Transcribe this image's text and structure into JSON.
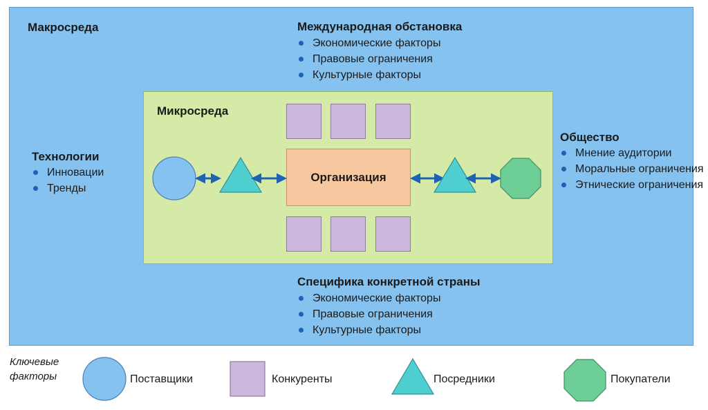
{
  "macro": {
    "title": "Макросреда",
    "international": {
      "title": "Международная обстановка",
      "items": [
        "Экономические факторы",
        "Правовые ограничения",
        "Культурные факторы"
      ]
    },
    "technology": {
      "title": "Технологии",
      "items": [
        "Инновации",
        "Тренды"
      ]
    },
    "society": {
      "title": "Общество",
      "items": [
        "Мнение аудитории",
        "Моральные ограничения",
        "Этнические ограничения"
      ]
    },
    "country": {
      "title": "Специфика конкретной страны",
      "items": [
        "Экономические факторы",
        "Правовые ограничения",
        "Культурные факторы"
      ]
    }
  },
  "micro": {
    "title": "Микросреда",
    "organization": "Организация"
  },
  "legend": {
    "caption_line1": "Ключевые",
    "caption_line2": "факторы",
    "suppliers": "Поставщики",
    "competitors": "Конкуренты",
    "intermediaries": "Посредники",
    "customers": "Покупатели"
  },
  "colors": {
    "macro_bg": "#86c2ef",
    "micro_bg": "#d6eaa8",
    "organization_bg": "#f7c79f",
    "supplier": "#86c2ef",
    "competitor": "#cdb8dd",
    "intermediary": "#4fcfcf",
    "customer": "#6dcf96",
    "arrow": "#1d63b4"
  }
}
